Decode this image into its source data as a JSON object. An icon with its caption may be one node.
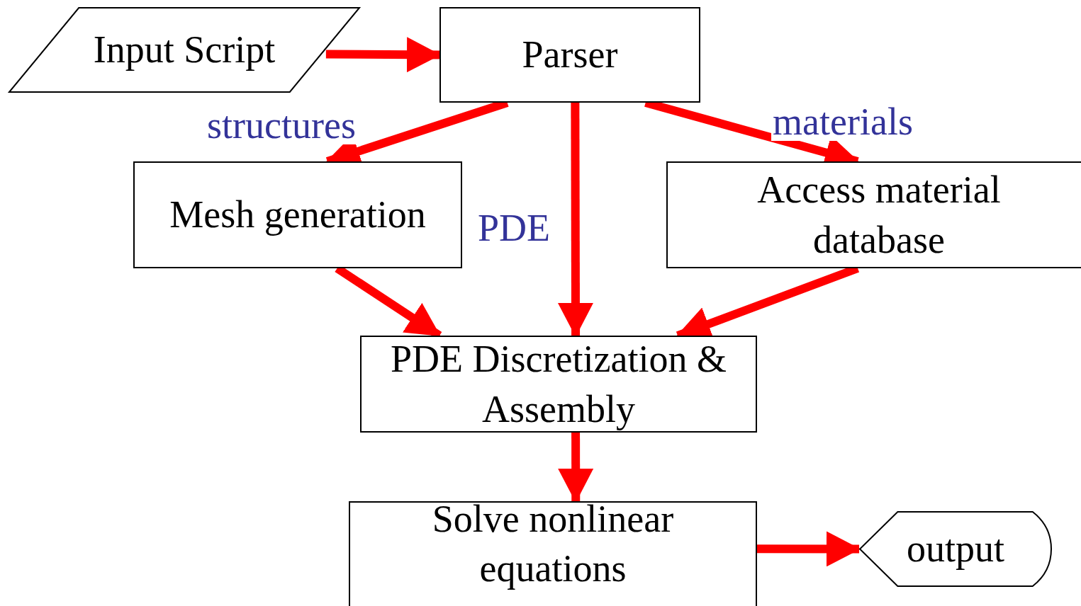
{
  "diagram": {
    "nodes": [
      {
        "text": [
          "Input Script"
        ]
      },
      {
        "text": [
          "Parser"
        ]
      },
      {
        "text": [
          "Mesh generation"
        ]
      },
      {
        "text": [
          "Access material database"
        ]
      },
      {
        "text": [
          "PDE Discretization & Assembly"
        ]
      },
      {
        "text": [
          "Solve nonlinear equations"
        ]
      },
      {
        "text": [
          "output"
        ]
      }
    ],
    "edges": [
      {
        "from": 0,
        "to": 1,
        "arrow": "to"
      },
      {
        "from": 1,
        "to": 2,
        "arrow": "to",
        "label": "structures"
      },
      {
        "from": 1,
        "to": 4,
        "arrow": "to",
        "label": "PDE"
      },
      {
        "from": 1,
        "to": 3,
        "arrow": "to",
        "label": "materials"
      },
      {
        "from": 2,
        "to": 4,
        "arrow": "to"
      },
      {
        "from": 3,
        "to": 4,
        "arrow": "to"
      },
      {
        "from": 4,
        "to": 5,
        "arrow": "to"
      },
      {
        "from": 5,
        "to": 6,
        "arrow": "to"
      }
    ]
  }
}
